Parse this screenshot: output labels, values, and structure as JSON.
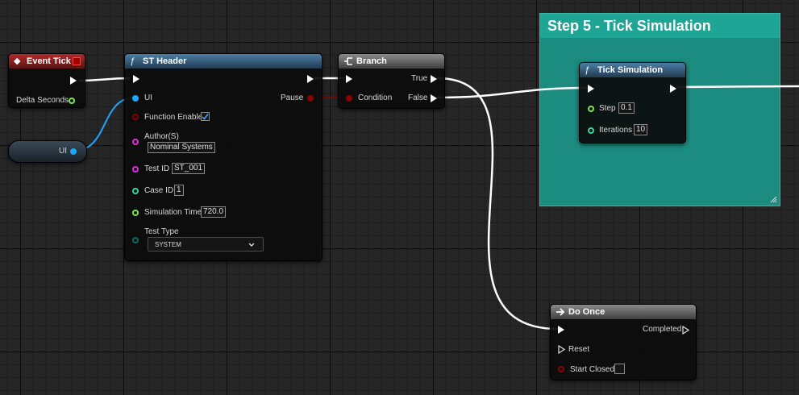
{
  "comment": {
    "title": "Step 5 - Tick Simulation",
    "color": "#1c8c80"
  },
  "nodes": {
    "event_tick": {
      "title": "Event Tick",
      "pins": {
        "delta_seconds": "Delta Seconds"
      }
    },
    "ui_var": {
      "label": "UI"
    },
    "st_header": {
      "title": "ST Header",
      "pins": {
        "ui": "UI",
        "pause": "Pause",
        "function_enable": "Function Enable",
        "author": "Author(S)",
        "test_id": "Test ID",
        "case_id": "Case ID",
        "simulation_time": "Simulation Time",
        "test_type": "Test Type"
      },
      "values": {
        "author": "Nominal Systems",
        "test_id": "ST_001",
        "case_id": "1",
        "simulation_time": "720.0",
        "test_type": "SYSTEM",
        "function_enable": true
      }
    },
    "branch": {
      "title": "Branch",
      "pins": {
        "true": "True",
        "condition": "Condition",
        "false": "False"
      }
    },
    "tick_simulation": {
      "title": "Tick Simulation",
      "pins": {
        "step": "Step",
        "iterations": "Iterations"
      },
      "values": {
        "step": "0.1",
        "iterations": "10"
      }
    },
    "do_once": {
      "title": "Do Once",
      "pins": {
        "completed": "Completed",
        "reset": "Reset",
        "start_closed": "Start Closed"
      },
      "values": {
        "start_closed": false
      }
    }
  },
  "colors": {
    "float_pin": "#7ee64a",
    "object_pin": "#1aa8ff",
    "bool_pin": "#8c0000",
    "string_pin": "#e030e0",
    "int_pin": "#2fd6a0",
    "byte_pin": "#0a6e60"
  }
}
